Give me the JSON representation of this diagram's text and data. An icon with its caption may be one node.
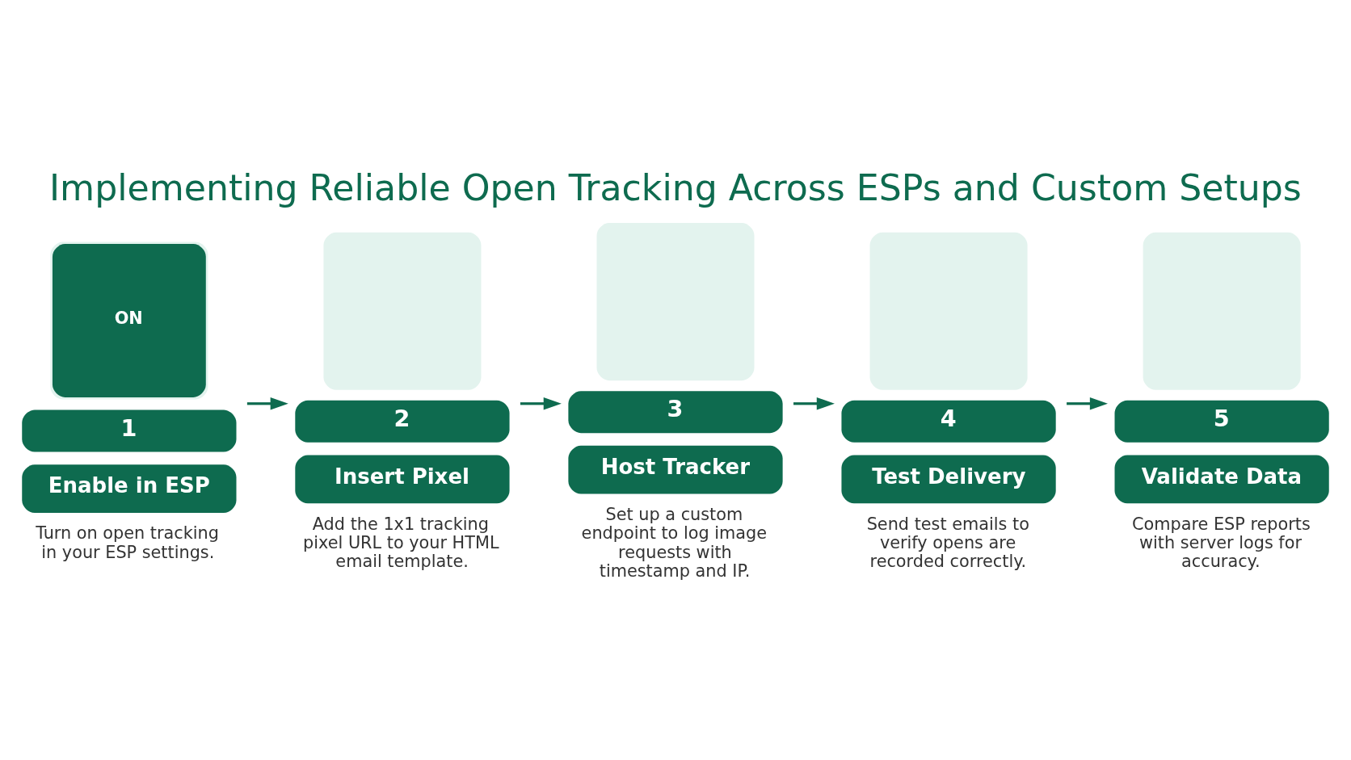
{
  "diagram": {
    "title": "Implementing Reliable Open Tracking Across ESPs and Custom Setups",
    "nodes": [
      {
        "text": [
          "ON",
          "1",
          "Enable in ESP",
          "Turn on open tracking in your ESP settings."
        ]
      },
      {
        "text": [
          "2",
          "Insert Pixel",
          "Add the 1x1 tracking pixel URL to your HTML email template."
        ]
      },
      {
        "text": [
          "3",
          "Host Tracker",
          "Set up a custom endpoint to log image requests with timestamp and IP."
        ]
      },
      {
        "text": [
          "4",
          "Test Delivery",
          "Send test emails to verify opens are recorded correctly."
        ]
      },
      {
        "text": [
          "5",
          "Validate Data",
          "Compare ESP reports with server logs for accuracy."
        ]
      }
    ],
    "edges": [
      {
        "from": 0,
        "to": 1,
        "arrow": "to"
      },
      {
        "from": 1,
        "to": 2,
        "arrow": "to"
      },
      {
        "from": 2,
        "to": 3,
        "arrow": "to"
      },
      {
        "from": 3,
        "to": 4,
        "arrow": "to"
      }
    ]
  }
}
